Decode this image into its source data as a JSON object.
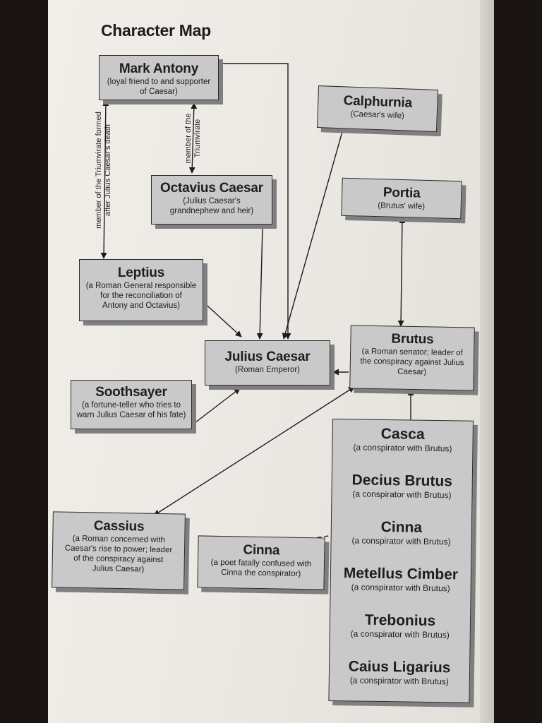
{
  "title": "Character Map",
  "characters": {
    "mark_antony": {
      "name": "Mark Antony",
      "desc_lines": [
        "(loyal friend to and supporter",
        "of Caesar)"
      ]
    },
    "calphurnia": {
      "name": "Calphurnia",
      "desc_lines": [
        "(Caesar's wife)"
      ]
    },
    "octavius": {
      "name": "Octavius Caesar",
      "desc_lines": [
        "(Julius Caesar's",
        "grandnephew and heir)"
      ]
    },
    "portia": {
      "name": "Portia",
      "desc_lines": [
        "(Brutus' wife)"
      ]
    },
    "leptius": {
      "name": "Leptius",
      "desc_lines": [
        "(a Roman General responsible",
        "for the reconciliation of",
        "Antony and Octavius)"
      ]
    },
    "julius_caesar": {
      "name": "Julius Caesar",
      "desc_lines": [
        "(Roman Emperor)"
      ]
    },
    "brutus": {
      "name": "Brutus",
      "desc_lines": [
        "(a Roman senator; leader of",
        "the conspiracy against Julius",
        "Caesar)"
      ]
    },
    "soothsayer": {
      "name": "Soothsayer",
      "desc_lines": [
        "(a fortune-teller who tries to",
        "warn Julius Caesar of his fate)"
      ]
    },
    "cassius": {
      "name": "Cassius",
      "desc_lines": [
        "(a Roman concerned with",
        "Caesar's rise to power; leader",
        "of the conspiracy against",
        "Julius Caesar)"
      ]
    },
    "cinna_poet": {
      "name": "Cinna",
      "desc_lines": [
        "(a poet fatally confused with",
        "Cinna the conspirator)"
      ]
    }
  },
  "conspirators": [
    {
      "name": "Casca",
      "desc": "(a conspirator with Brutus)"
    },
    {
      "name": "Decius Brutus",
      "desc": "(a conspirator with Brutus)"
    },
    {
      "name": "Cinna",
      "desc": "(a conspirator with Brutus)"
    },
    {
      "name": "Metellus Cimber",
      "desc": "(a conspirator with Brutus)"
    },
    {
      "name": "Trebonius",
      "desc": "(a conspirator with Brutus)"
    },
    {
      "name": "Caius Ligarius",
      "desc": "(a conspirator with Brutus)"
    }
  ],
  "edge_labels": {
    "antony_leptius": [
      "member of the Triumvirate formed",
      "after Julius Caesar's death"
    ],
    "antony_octavius": [
      "member of the",
      "Triumvirate"
    ]
  }
}
